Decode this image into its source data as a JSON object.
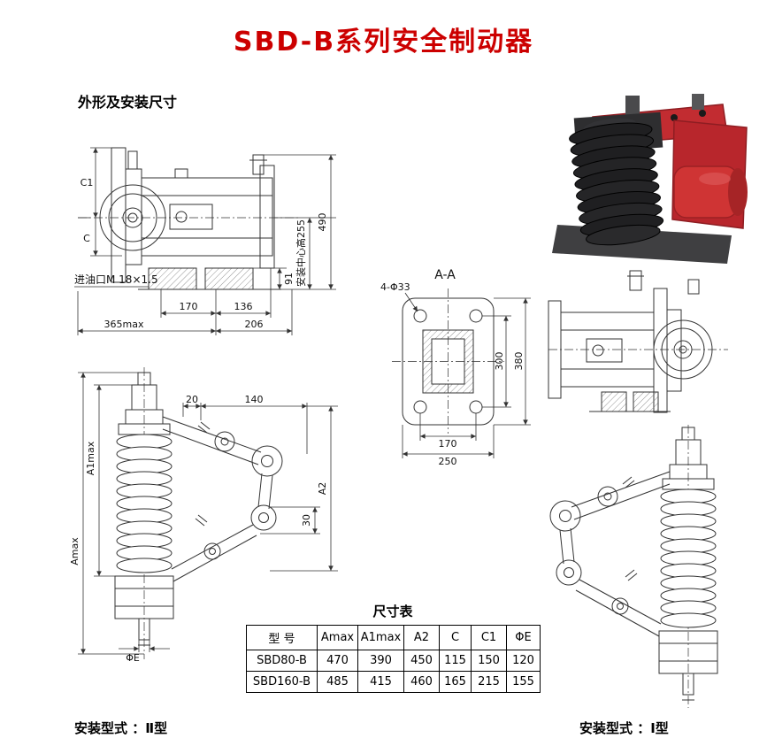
{
  "page": {
    "title": "SBD-B系列安全制动器",
    "section_heading": "外形及安装尺寸",
    "footer_left_label": "安装型式 ：Ⅱ型",
    "footer_right_label": "安装型式 ：Ⅰ型"
  },
  "colors": {
    "title_red": "#cc0000",
    "drawing_line": "#333333",
    "photo_red": "#c0272d"
  },
  "top_drawing": {
    "dims": {
      "c1": "C1",
      "c": "C",
      "oil_port": "进油口M 18×1.5",
      "d170": "170",
      "d136": "136",
      "d365": "365max",
      "d206": "206",
      "d91": "91",
      "center_height": "安装中心高255",
      "d490": "490"
    }
  },
  "section_view": {
    "title": "A-A",
    "dims": {
      "holes": "4-Φ33",
      "d300": "300",
      "d380": "380",
      "d170": "170",
      "d250": "250"
    }
  },
  "front_drawing": {
    "dims": {
      "d20": "20",
      "d140": "140",
      "a2": "A2",
      "d30": "30",
      "a1max": "A1max",
      "amax": "Amax",
      "phi_e": "ΦE"
    }
  },
  "size_table": {
    "caption": "尺寸表",
    "headers": [
      "型 号",
      "Amax",
      "A1max",
      "A2",
      "C",
      "C1",
      "ΦE"
    ],
    "rows": [
      [
        "SBD80-B",
        "470",
        "390",
        "450",
        "115",
        "150",
        "120"
      ],
      [
        "SBD160-B",
        "485",
        "415",
        "460",
        "165",
        "215",
        "155"
      ]
    ]
  }
}
